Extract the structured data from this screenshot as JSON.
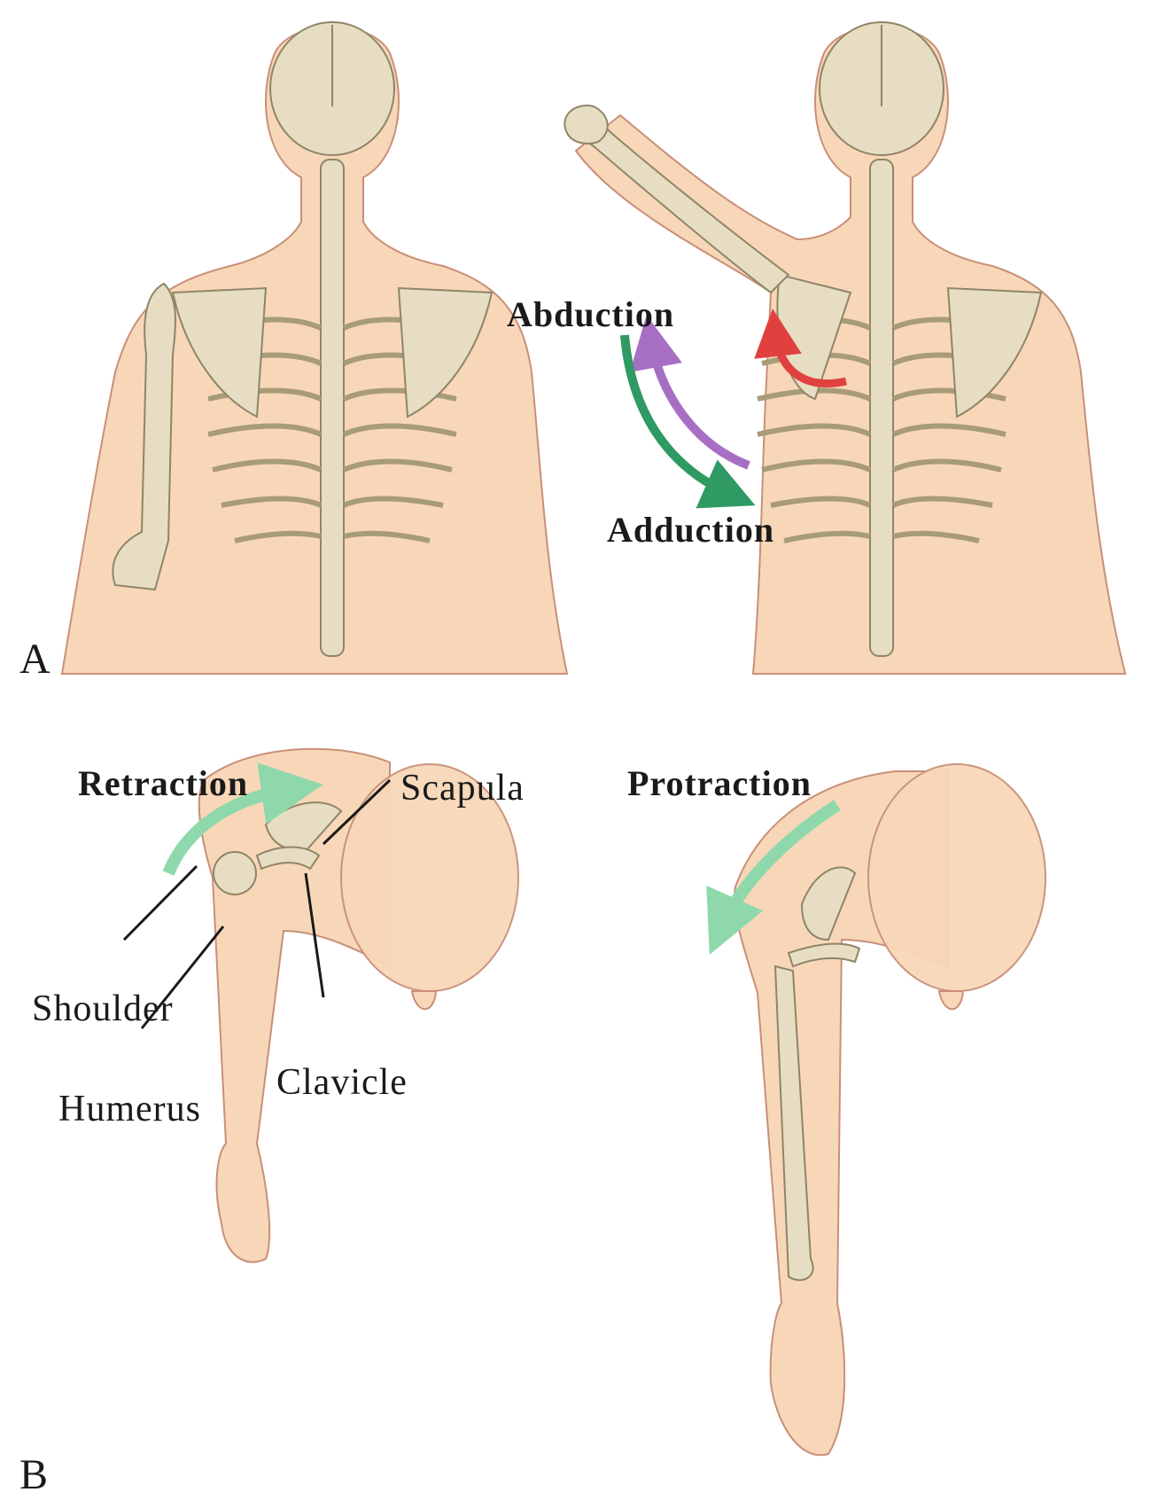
{
  "panel_a": {
    "letter": "A",
    "abduction_label": "Abduction",
    "adduction_label": "Adduction"
  },
  "panel_b": {
    "letter": "B",
    "retraction_label": "Retraction",
    "protraction_label": "Protraction",
    "scapula_label": "Scapula",
    "shoulder_label": "Shoulder",
    "humerus_label": "Humerus",
    "clavicle_label": "Clavicle"
  },
  "colors": {
    "skin": "#f8d7b8",
    "skin_outline": "#c98f78",
    "bone": "#e6ddc2",
    "bone_outline": "#8f8568",
    "intercostal": "#b9c6d6",
    "abduction_arrow": "#a76fc4",
    "adduction_arrow": "#2f9a63",
    "scapula_rotation_arrow": "#e0413f",
    "retraction_arrow": "#8fd8ac"
  }
}
